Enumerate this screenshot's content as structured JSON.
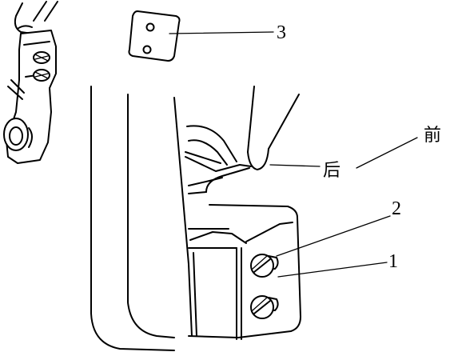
{
  "labels": {
    "part_1": "1",
    "part_2": "2",
    "part_3": "3",
    "front": "前",
    "rear": "后"
  },
  "colors": {
    "stroke": "#000000",
    "background": "#ffffff"
  }
}
